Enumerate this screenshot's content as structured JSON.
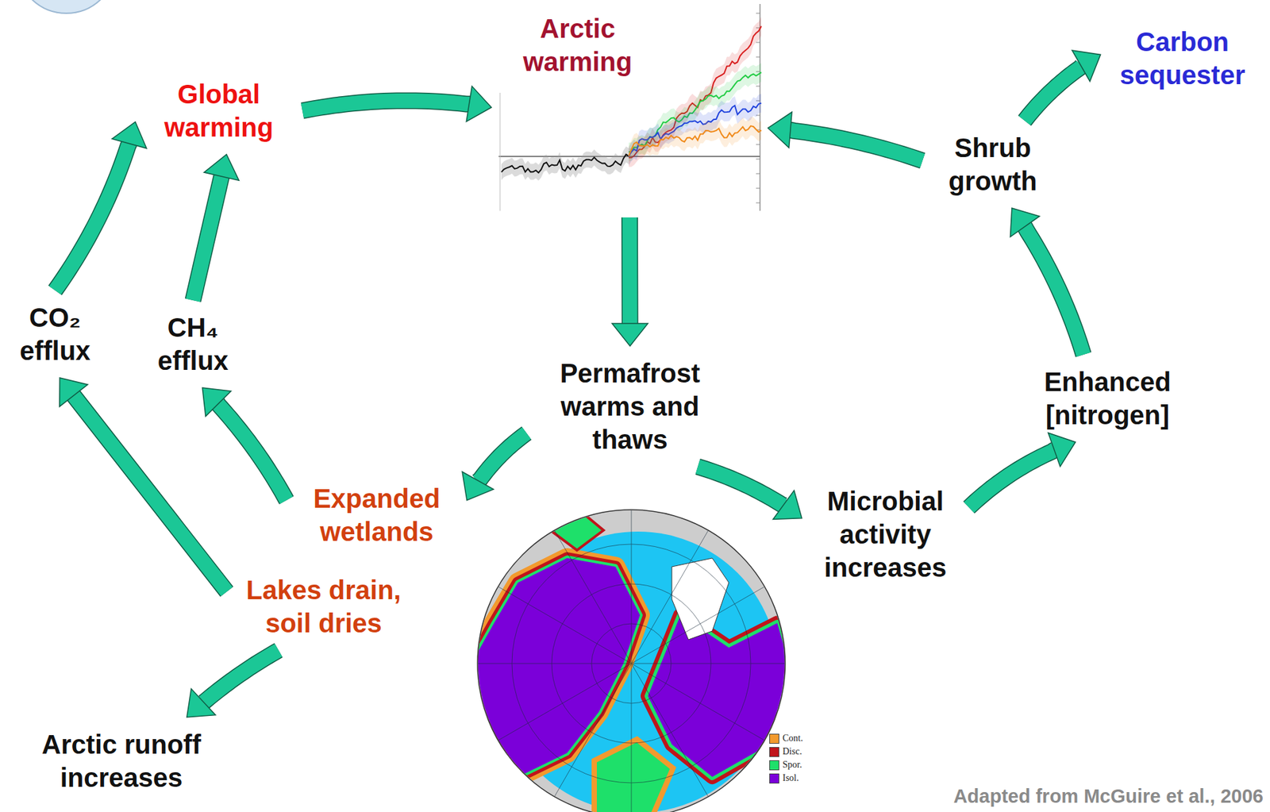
{
  "diagram": {
    "nodes": [
      {
        "text": [
          "Global warming"
        ]
      },
      {
        "text": [
          "Arctic warming"
        ]
      },
      {
        "text": [
          "Carbon sequester"
        ]
      },
      {
        "text": [
          "Shrub growth"
        ]
      },
      {
        "text": [
          "CO₂ efflux"
        ]
      },
      {
        "text": [
          "CH₄ efflux"
        ]
      },
      {
        "text": [
          "Permafrost warms and thaws"
        ]
      },
      {
        "text": [
          "Enhanced [nitrogen]"
        ]
      },
      {
        "text": [
          "Expanded wetlands"
        ]
      },
      {
        "text": [
          "Microbial activity increases"
        ]
      },
      {
        "text": [
          "Lakes drain, soil dries"
        ]
      },
      {
        "text": [
          "Arctic runoff increases"
        ]
      }
    ],
    "edges": [
      {
        "from": 0,
        "to": 1,
        "arrow": "to"
      },
      {
        "from": 1,
        "to": 6,
        "arrow": "to"
      },
      {
        "from": 6,
        "to": 8,
        "arrow": "to"
      },
      {
        "from": 6,
        "to": 9,
        "arrow": "to"
      },
      {
        "from": 9,
        "to": 7,
        "arrow": "to"
      },
      {
        "from": 7,
        "to": 3,
        "arrow": "to"
      },
      {
        "from": 3,
        "to": 1,
        "arrow": "to"
      },
      {
        "from": 3,
        "to": 2,
        "arrow": "to"
      },
      {
        "from": 8,
        "to": 5,
        "arrow": "to"
      },
      {
        "from": 10,
        "to": 4,
        "arrow": "to"
      },
      {
        "from": 10,
        "to": 11,
        "arrow": "to"
      },
      {
        "from": 4,
        "to": 0,
        "arrow": "to"
      },
      {
        "from": 5,
        "to": 0,
        "arrow": "to"
      }
    ],
    "labels": [
      "Adapted from McGuire et al., 2006"
    ],
    "legend": [
      {
        "text": "Cont.",
        "color": "#f29a2e"
      },
      {
        "text": "Disc.",
        "color": "#c0141c"
      },
      {
        "text": "Spor.",
        "color": "#1fe06a"
      },
      {
        "text": "Isol.",
        "color": "#7b00d9"
      }
    ]
  }
}
